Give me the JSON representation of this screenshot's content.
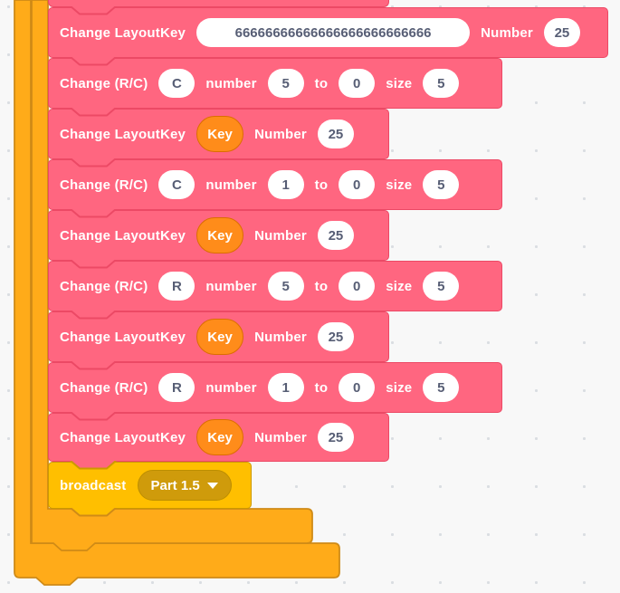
{
  "workspace": {
    "bg": "#F8F8F8",
    "dot_color": "#DADEE2"
  },
  "palette": {
    "myblocks_fill": "#FF6680",
    "myblocks_border": "#EC4965",
    "control_fill": "#FFAB19",
    "control_border": "#CF8B17",
    "events_fill": "#FFBF00",
    "events_border": "#CC9900",
    "events_field_fill": "#CF9B0B",
    "events_field_border": "#BD8E00",
    "variable_fill": "#FF8C1A",
    "variable_border": "#DB6E00",
    "input_text": "#575E75",
    "label_text": "#FFFFFF"
  },
  "stack": {
    "blocks": [
      {
        "kind": "cutoff",
        "name": "cutoff-block"
      },
      {
        "kind": "custom",
        "name": "block-change-layoutkey",
        "parts": [
          {
            "t": "label",
            "text": "Change LayoutKey"
          },
          {
            "t": "input",
            "value": "66666666666666666666666666",
            "wide": true
          },
          {
            "t": "label",
            "text": "Number"
          },
          {
            "t": "input",
            "value": "25"
          }
        ]
      },
      {
        "kind": "custom",
        "name": "block-change-rc",
        "parts": [
          {
            "t": "label",
            "text": "Change (R/C)"
          },
          {
            "t": "input",
            "value": "C"
          },
          {
            "t": "label",
            "text": "number"
          },
          {
            "t": "input",
            "value": "5"
          },
          {
            "t": "label",
            "text": "to"
          },
          {
            "t": "input",
            "value": "0"
          },
          {
            "t": "label",
            "text": "size"
          },
          {
            "t": "input",
            "value": "5"
          }
        ]
      },
      {
        "kind": "custom",
        "name": "block-change-layoutkey",
        "parts": [
          {
            "t": "label",
            "text": "Change LayoutKey"
          },
          {
            "t": "var",
            "value": "Key"
          },
          {
            "t": "label",
            "text": "Number"
          },
          {
            "t": "input",
            "value": "25"
          }
        ]
      },
      {
        "kind": "custom",
        "name": "block-change-rc",
        "parts": [
          {
            "t": "label",
            "text": "Change (R/C)"
          },
          {
            "t": "input",
            "value": "C"
          },
          {
            "t": "label",
            "text": "number"
          },
          {
            "t": "input",
            "value": "1"
          },
          {
            "t": "label",
            "text": "to"
          },
          {
            "t": "input",
            "value": "0"
          },
          {
            "t": "label",
            "text": "size"
          },
          {
            "t": "input",
            "value": "5"
          }
        ]
      },
      {
        "kind": "custom",
        "name": "block-change-layoutkey",
        "parts": [
          {
            "t": "label",
            "text": "Change LayoutKey"
          },
          {
            "t": "var",
            "value": "Key"
          },
          {
            "t": "label",
            "text": "Number"
          },
          {
            "t": "input",
            "value": "25"
          }
        ]
      },
      {
        "kind": "custom",
        "name": "block-change-rc",
        "parts": [
          {
            "t": "label",
            "text": "Change (R/C)"
          },
          {
            "t": "input",
            "value": "R"
          },
          {
            "t": "label",
            "text": "number"
          },
          {
            "t": "input",
            "value": "5"
          },
          {
            "t": "label",
            "text": "to"
          },
          {
            "t": "input",
            "value": "0"
          },
          {
            "t": "label",
            "text": "size"
          },
          {
            "t": "input",
            "value": "5"
          }
        ]
      },
      {
        "kind": "custom",
        "name": "block-change-layoutkey",
        "parts": [
          {
            "t": "label",
            "text": "Change LayoutKey"
          },
          {
            "t": "var",
            "value": "Key"
          },
          {
            "t": "label",
            "text": "Number"
          },
          {
            "t": "input",
            "value": "25"
          }
        ]
      },
      {
        "kind": "custom",
        "name": "block-change-rc",
        "parts": [
          {
            "t": "label",
            "text": "Change (R/C)"
          },
          {
            "t": "input",
            "value": "R"
          },
          {
            "t": "label",
            "text": "number"
          },
          {
            "t": "input",
            "value": "1"
          },
          {
            "t": "label",
            "text": "to"
          },
          {
            "t": "input",
            "value": "0"
          },
          {
            "t": "label",
            "text": "size"
          },
          {
            "t": "input",
            "value": "5"
          }
        ]
      },
      {
        "kind": "custom",
        "name": "block-change-layoutkey",
        "parts": [
          {
            "t": "label",
            "text": "Change LayoutKey"
          },
          {
            "t": "var",
            "value": "Key"
          },
          {
            "t": "label",
            "text": "Number"
          },
          {
            "t": "input",
            "value": "25"
          }
        ]
      },
      {
        "kind": "event",
        "name": "block-broadcast",
        "parts": [
          {
            "t": "label",
            "text": "broadcast"
          },
          {
            "t": "dropdown",
            "value": "Part 1.5"
          }
        ]
      }
    ]
  }
}
